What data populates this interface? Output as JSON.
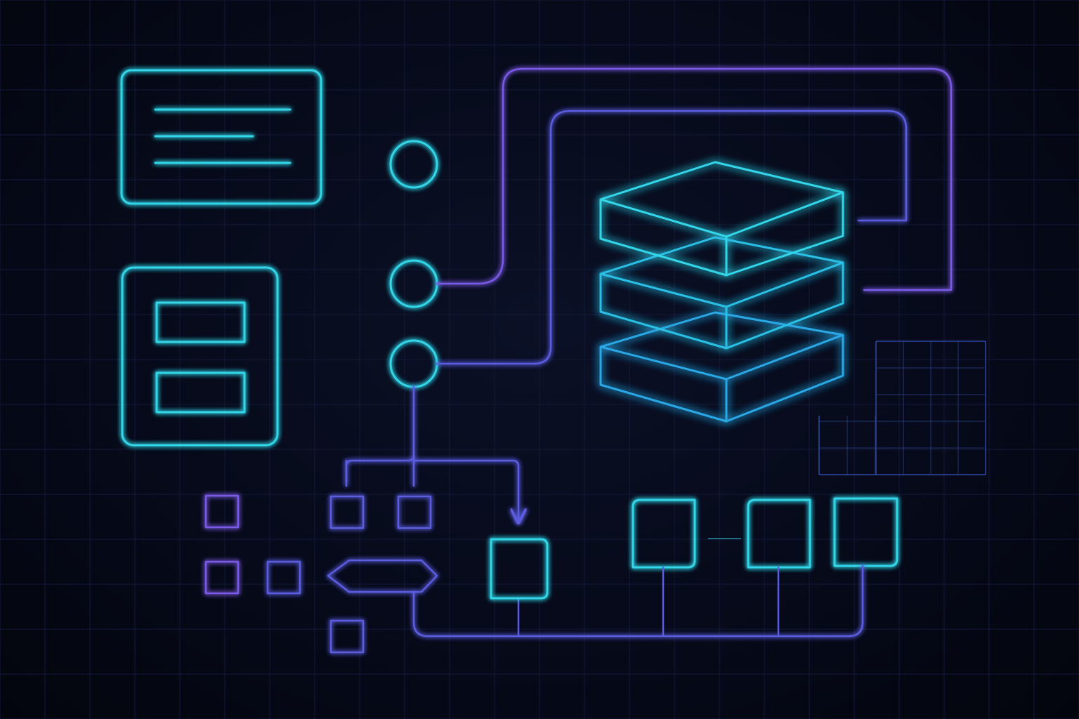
{
  "palette": {
    "background": "#050814",
    "cyan": "#33d6e8",
    "blue": "#2f8fe6",
    "indigo": "#5b5de0",
    "violet": "#7a5ae6"
  },
  "nodes": [
    {
      "name": "document-card",
      "icon": "text-lines-icon"
    },
    {
      "name": "form-card",
      "icon": "input-fields-icon"
    },
    {
      "name": "database-stack",
      "icon": "layered-stack-icon"
    },
    {
      "name": "grid-panel",
      "icon": "grid-icon"
    }
  ]
}
